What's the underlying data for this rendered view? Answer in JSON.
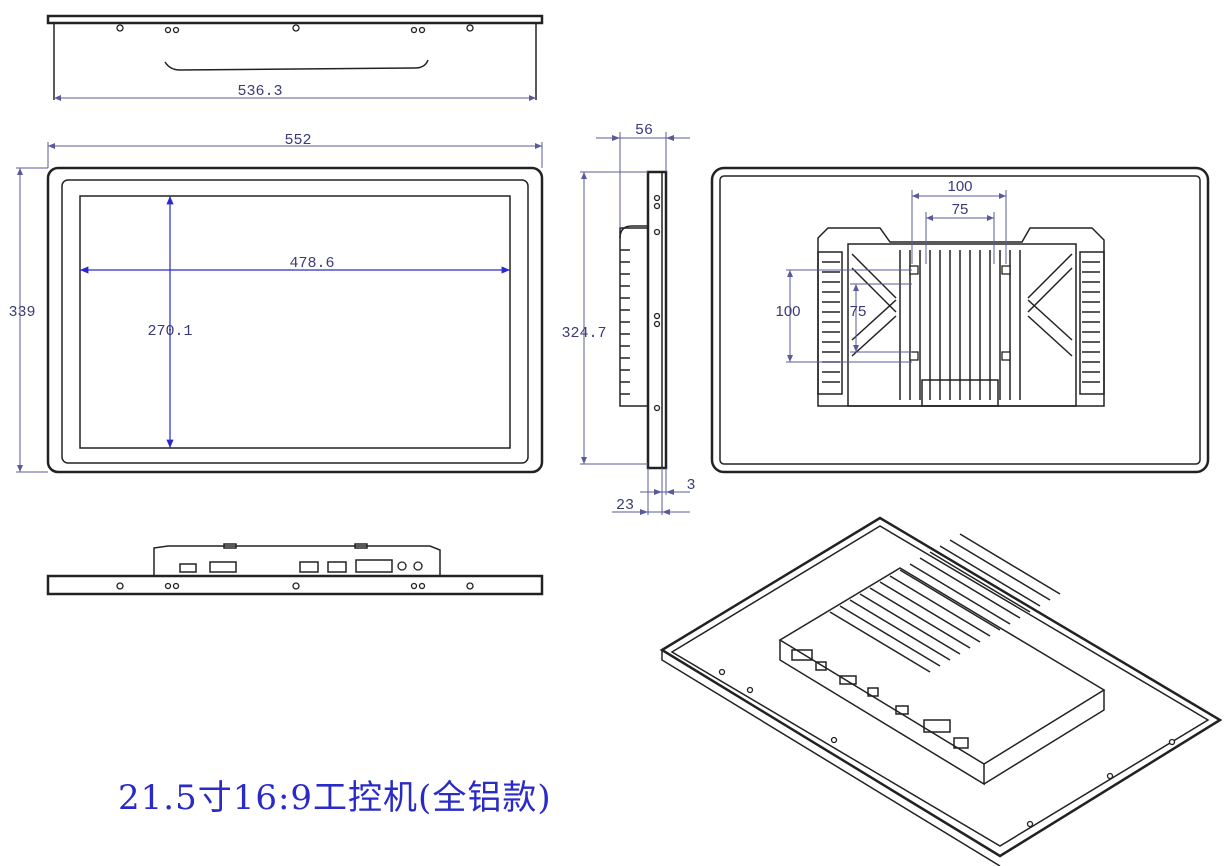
{
  "dimensions": {
    "top_width": "536.3",
    "front_width": "552",
    "front_height": "339",
    "screen_width": "478.6",
    "screen_height": "270.1",
    "side_depth": "56",
    "side_height": "324.7",
    "side_bottom_a": "23",
    "side_bottom_b": "3",
    "vesa_outer_h": "100",
    "vesa_inner_h": "75",
    "vesa_outer_v": "100",
    "vesa_inner_v": "75"
  },
  "caption": "21.5寸16:9工控机(全铝款)"
}
